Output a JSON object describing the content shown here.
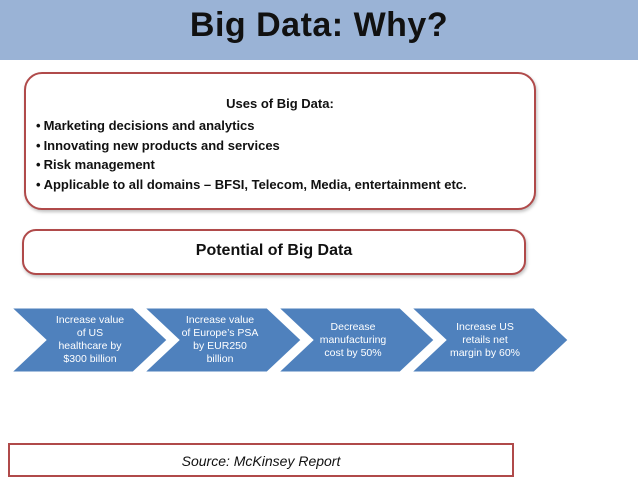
{
  "slide": {
    "title": "Big Data: Why?"
  },
  "uses": {
    "heading": "Uses of Big Data:",
    "items": [
      "Marketing decisions and analytics",
      "Innovating new products and services",
      "Risk management",
      "Applicable to all domains – BFSI, Telecom, Media, entertainment etc."
    ],
    "bullet": "•"
  },
  "potential": {
    "label": "Potential of Big Data"
  },
  "process": {
    "fill_color": "#4f81bd",
    "steps": [
      {
        "lines": [
          "Increase value",
          "of US",
          "healthcare by",
          "$300 billion"
        ]
      },
      {
        "lines": [
          "Increase value",
          "of Europe’s PSA",
          "by  EUR250",
          "billion"
        ]
      },
      {
        "lines": [
          "Decrease",
          "manufacturing",
          "cost by 50%"
        ]
      },
      {
        "lines": [
          "Increase US",
          "retails net",
          "margin by 60%"
        ]
      }
    ]
  },
  "source": {
    "label": "Source: McKinsey Report"
  },
  "colors": {
    "title_bar": "#9ab3d6",
    "box_border": "#b04a4a"
  }
}
